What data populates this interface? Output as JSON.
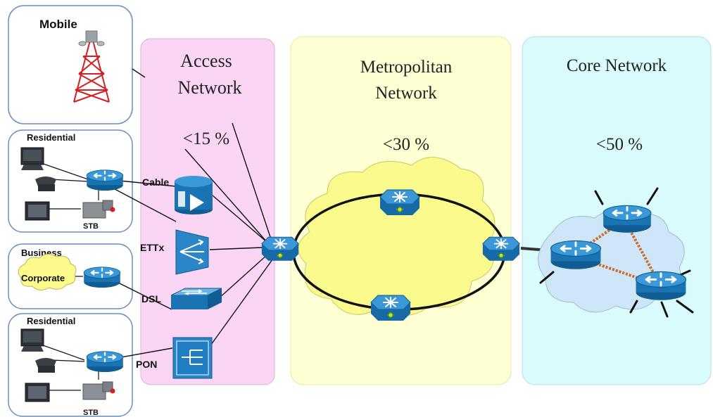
{
  "zones": {
    "access": {
      "title_line1": "Access",
      "title_line2": "Network",
      "percent": "<15 %"
    },
    "metro": {
      "title_line1": "Metropolitan",
      "title_line2": "Network",
      "percent": "<30 %"
    },
    "core": {
      "title": "Core Network",
      "percent": "<50 %"
    }
  },
  "customers": {
    "mobile": {
      "label": "Mobile"
    },
    "residential_top": {
      "label": "Residential",
      "stb_label": "STB"
    },
    "business": {
      "label": "Business",
      "cloud_label": "Corporate"
    },
    "residential_bottom": {
      "label": "Residential",
      "stb_label": "STB"
    }
  },
  "access_tech": {
    "cable": "Cable",
    "ettx": "ETTx",
    "dsl": "DSL",
    "pon": "PON"
  },
  "colors": {
    "access_bg": "#fbd6f4",
    "metro_bg": "#ffffd4",
    "core_bg": "#d9fbfb",
    "router_blue": "#1f7fc2",
    "metro_cloud": "#fbfa8c",
    "core_cloud": "#cfe6f8",
    "core_link": "#d06a2a"
  },
  "icons": [
    "cell-tower-icon",
    "router-icon",
    "desktop-icon",
    "phone-icon",
    "tv-icon",
    "set-top-box-icon",
    "cable-modem-icon",
    "ettx-switch-icon",
    "dsl-switch-icon",
    "pon-olt-icon",
    "metro-switch-icon",
    "core-router-icon"
  ]
}
